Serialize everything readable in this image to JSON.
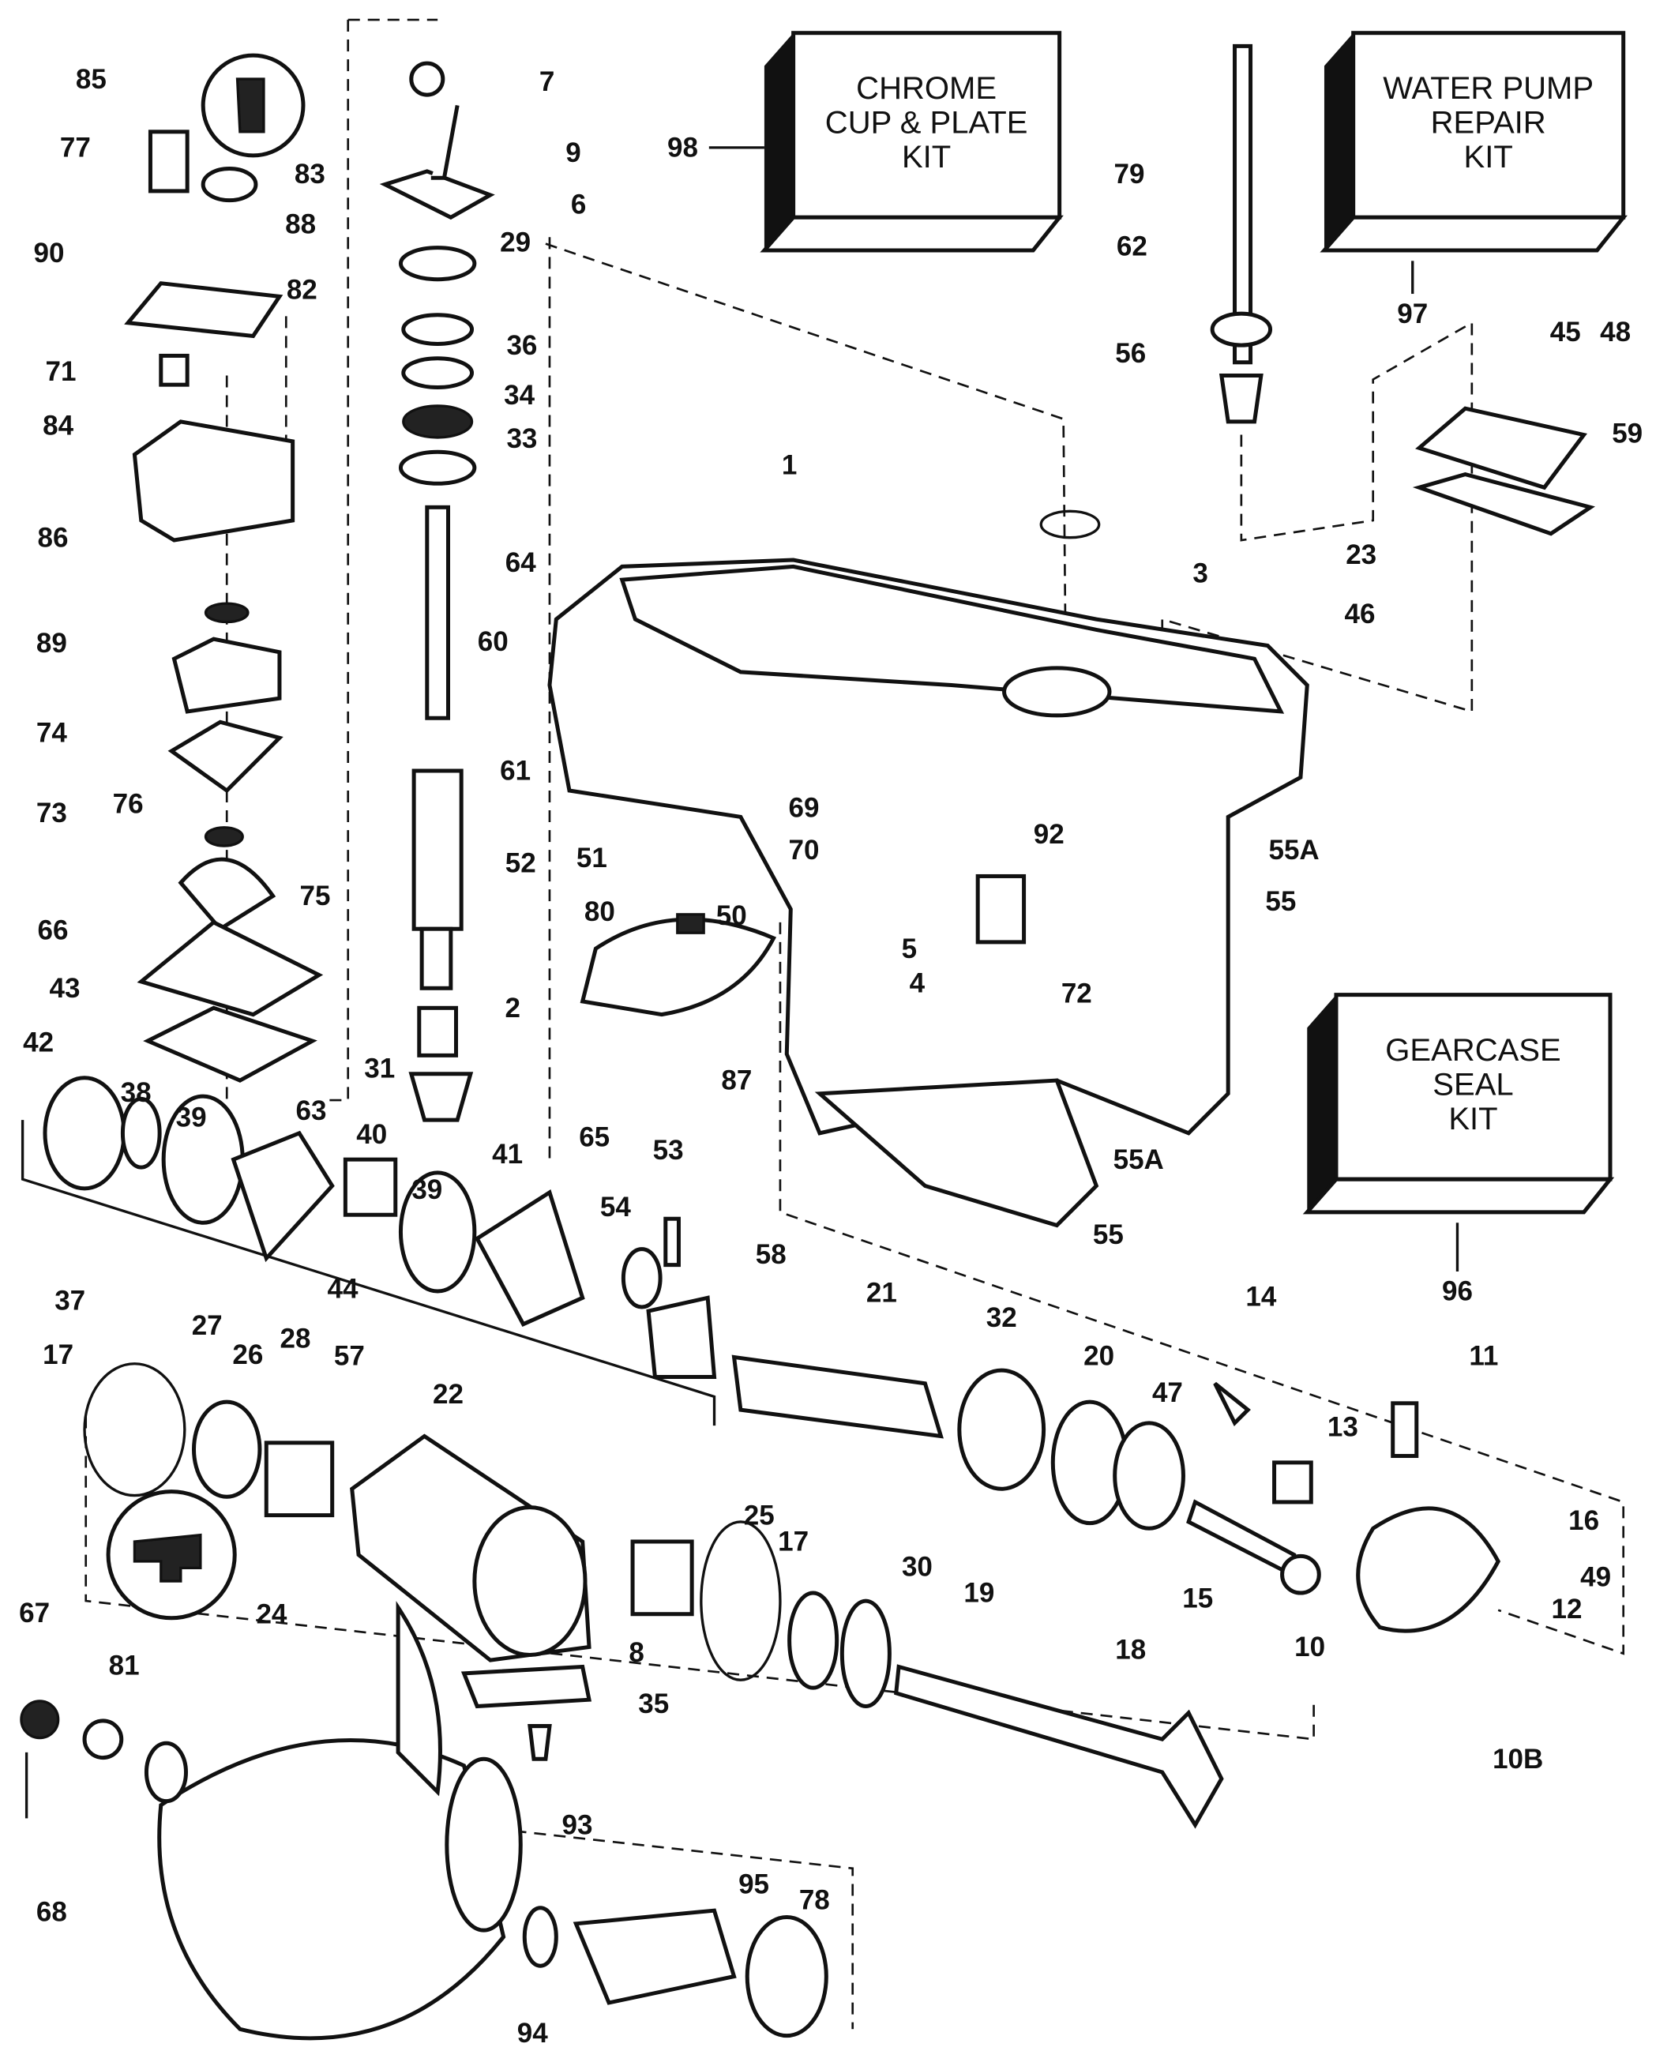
{
  "diagram": {
    "kits": [
      {
        "id": "98",
        "lines": [
          "CHROME",
          "CUP & PLATE",
          "KIT"
        ]
      },
      {
        "id": "97",
        "lines": [
          "WATER PUMP",
          "REPAIR",
          "KIT"
        ]
      },
      {
        "id": "96",
        "lines": [
          "GEARCASE",
          "SEAL",
          "KIT"
        ]
      }
    ],
    "callouts": [
      "85",
      "77",
      "90",
      "83",
      "88",
      "82",
      "71",
      "84",
      "86",
      "89",
      "74",
      "73",
      "76",
      "75",
      "66",
      "43",
      "42",
      "38",
      "39",
      "63",
      "40",
      "31",
      "41",
      "2",
      "39",
      "44",
      "37",
      "54",
      "53",
      "58",
      "21",
      "32",
      "20",
      "47",
      "14",
      "11",
      "13",
      "16",
      "49",
      "12",
      "15",
      "10",
      "10B",
      "18",
      "19",
      "30",
      "17",
      "25",
      "17",
      "27",
      "26",
      "28",
      "57",
      "22",
      "24",
      "8",
      "35",
      "67",
      "81",
      "68",
      "93",
      "95",
      "78",
      "94",
      "7",
      "9",
      "6",
      "29",
      "36",
      "34",
      "33",
      "64",
      "60",
      "61",
      "52",
      "98",
      "79",
      "62",
      "56",
      "97",
      "45",
      "48",
      "59",
      "1",
      "3",
      "23",
      "46",
      "51",
      "69",
      "70",
      "80",
      "50",
      "92",
      "55A",
      "55",
      "72",
      "5",
      "4",
      "87",
      "65",
      "55A",
      "55",
      "96"
    ],
    "colors": {
      "ink": "#111111",
      "paper": "#ffffff"
    }
  }
}
